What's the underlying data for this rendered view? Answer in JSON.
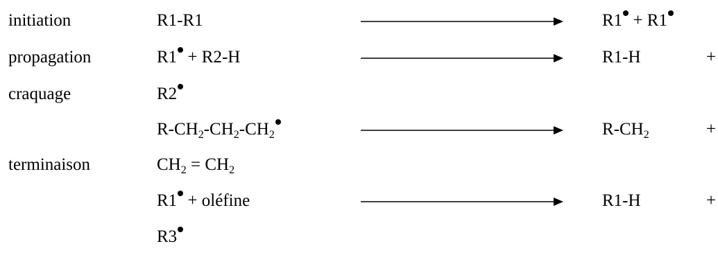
{
  "labels": {
    "initiation": "initiation",
    "propagation": "propagation",
    "craquage": "craquage",
    "terminaison": "terminaison"
  },
  "reactions": {
    "r1": {
      "reactant": "R1-R1",
      "product_a": "R1",
      "plus": " + ",
      "product_b": "R1"
    },
    "r2": {
      "reactant_a": "R1",
      "reactant_rest": " + R2-H",
      "product": "R1-H",
      "trailing_plus": "+"
    },
    "r2_cont": {
      "species": "R2"
    },
    "r3": {
      "part1": "R-CH",
      "sub1": "2",
      "part2": "-CH",
      "sub2": "2",
      "part3": "-CH",
      "sub3": "2",
      "product_main": "R-CH",
      "product_sub": "2",
      "trailing_plus": "+"
    },
    "r3_cont": {
      "part1": "CH",
      "sub1": "2",
      "mid": " = CH",
      "sub2": "2"
    },
    "r4": {
      "reactant_a": "R1",
      "reactant_rest": " + oléfine",
      "product": "R1-H",
      "trailing_plus": "+"
    },
    "r4_cont": {
      "species": "R3"
    }
  },
  "symbols": {
    "radical_dot": "radical-dot-icon",
    "arrow": "right-arrow-icon"
  }
}
